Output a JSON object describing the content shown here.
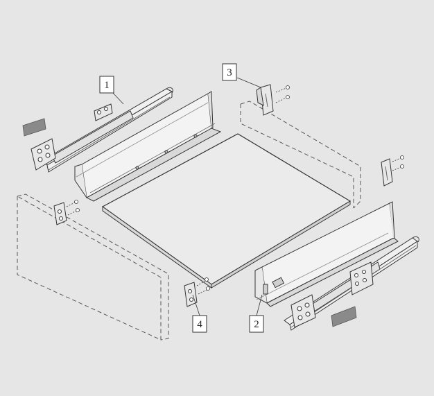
{
  "diagram": {
    "background": "#e6e6e6",
    "line_color": "#3a3a3a",
    "panel_fill": "#f3f3f3",
    "bottom_fill": "#ebebeb",
    "pad_color": "#8a8a8a"
  },
  "callouts": [
    {
      "label": "1"
    },
    {
      "label": "2"
    },
    {
      "label": "3"
    },
    {
      "label": "4"
    }
  ]
}
